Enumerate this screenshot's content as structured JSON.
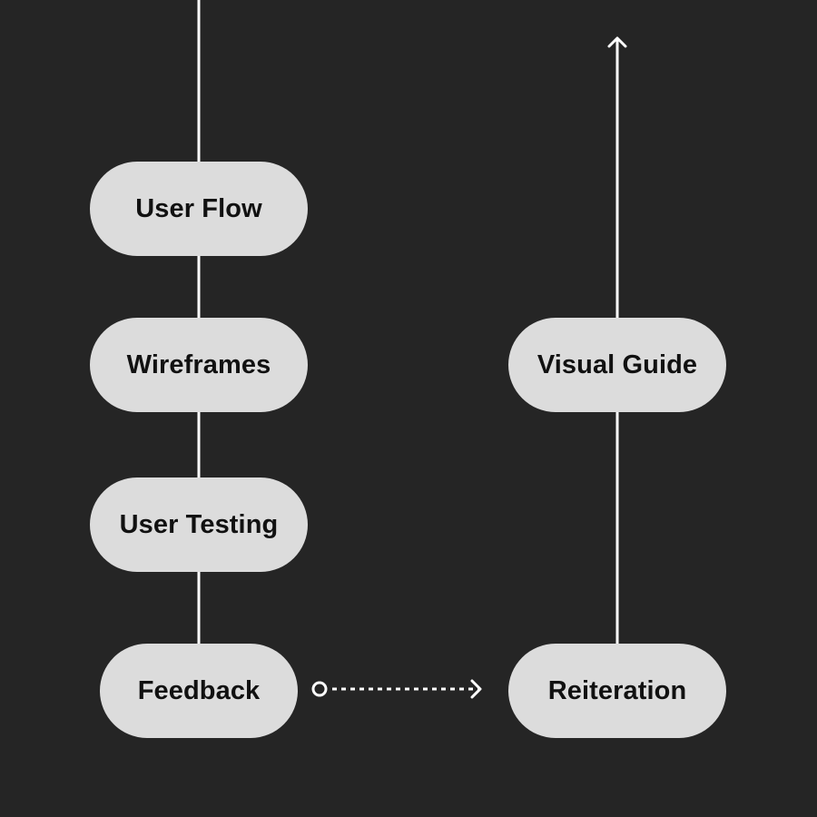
{
  "diagram": {
    "colors": {
      "background": "#252525",
      "node_fill": "#dcdcdc",
      "node_text": "#111111",
      "connector": "#ffffff"
    },
    "nodes": {
      "user_flow": "User Flow",
      "wireframes": "Wireframes",
      "user_testing": "User Testing",
      "feedback": "Feedback",
      "visual_guide": "Visual Guide",
      "reiteration": "Reiteration"
    },
    "edges": [
      {
        "from": "feedback",
        "to": "reiteration",
        "style": "dotted",
        "start": "circle",
        "end": "arrow-chevron"
      },
      {
        "from": "reiteration",
        "to": "visual_guide",
        "style": "solid"
      },
      {
        "from": "visual_guide",
        "to": "off-canvas-top",
        "style": "solid",
        "end": "arrow-chevron"
      },
      {
        "from": "off-canvas-top",
        "to": "user_flow",
        "style": "solid"
      },
      {
        "from": "user_flow",
        "to": "wireframes",
        "style": "solid"
      },
      {
        "from": "wireframes",
        "to": "user_testing",
        "style": "solid"
      },
      {
        "from": "user_testing",
        "to": "feedback",
        "style": "solid"
      }
    ]
  }
}
